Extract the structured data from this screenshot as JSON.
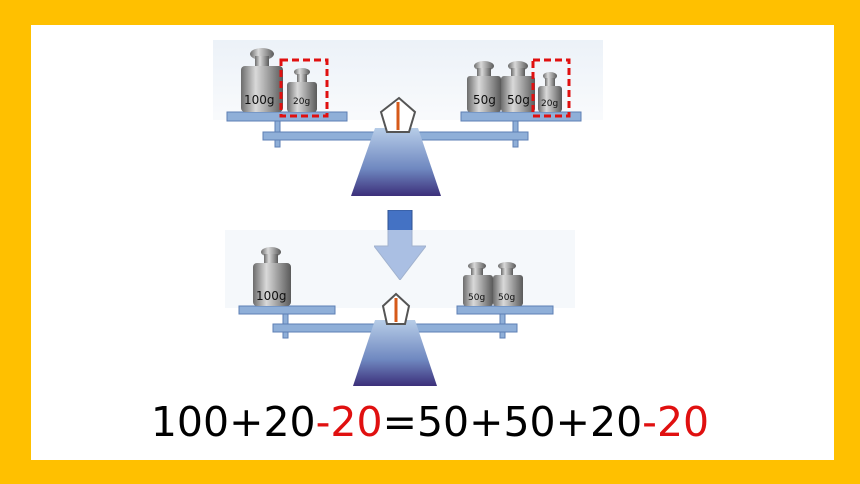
{
  "scale_before": {
    "left_pan": {
      "weights": [
        "100g",
        "20g"
      ]
    },
    "right_pan": {
      "weights": [
        "50g",
        "50g",
        "20g"
      ]
    },
    "highlighted": [
      "20g",
      "20g"
    ]
  },
  "scale_after": {
    "left_pan": {
      "weights": [
        "100g"
      ]
    },
    "right_pan": {
      "weights": [
        "50g",
        "50g"
      ]
    }
  },
  "equation": {
    "parts": [
      "100+20",
      "-20",
      "=50+50+20",
      "-20"
    ]
  },
  "colors": {
    "frame": "#FFC000",
    "highlight": "#E01010",
    "arrow": "#4472C4",
    "beam": "#8FAFD8"
  }
}
